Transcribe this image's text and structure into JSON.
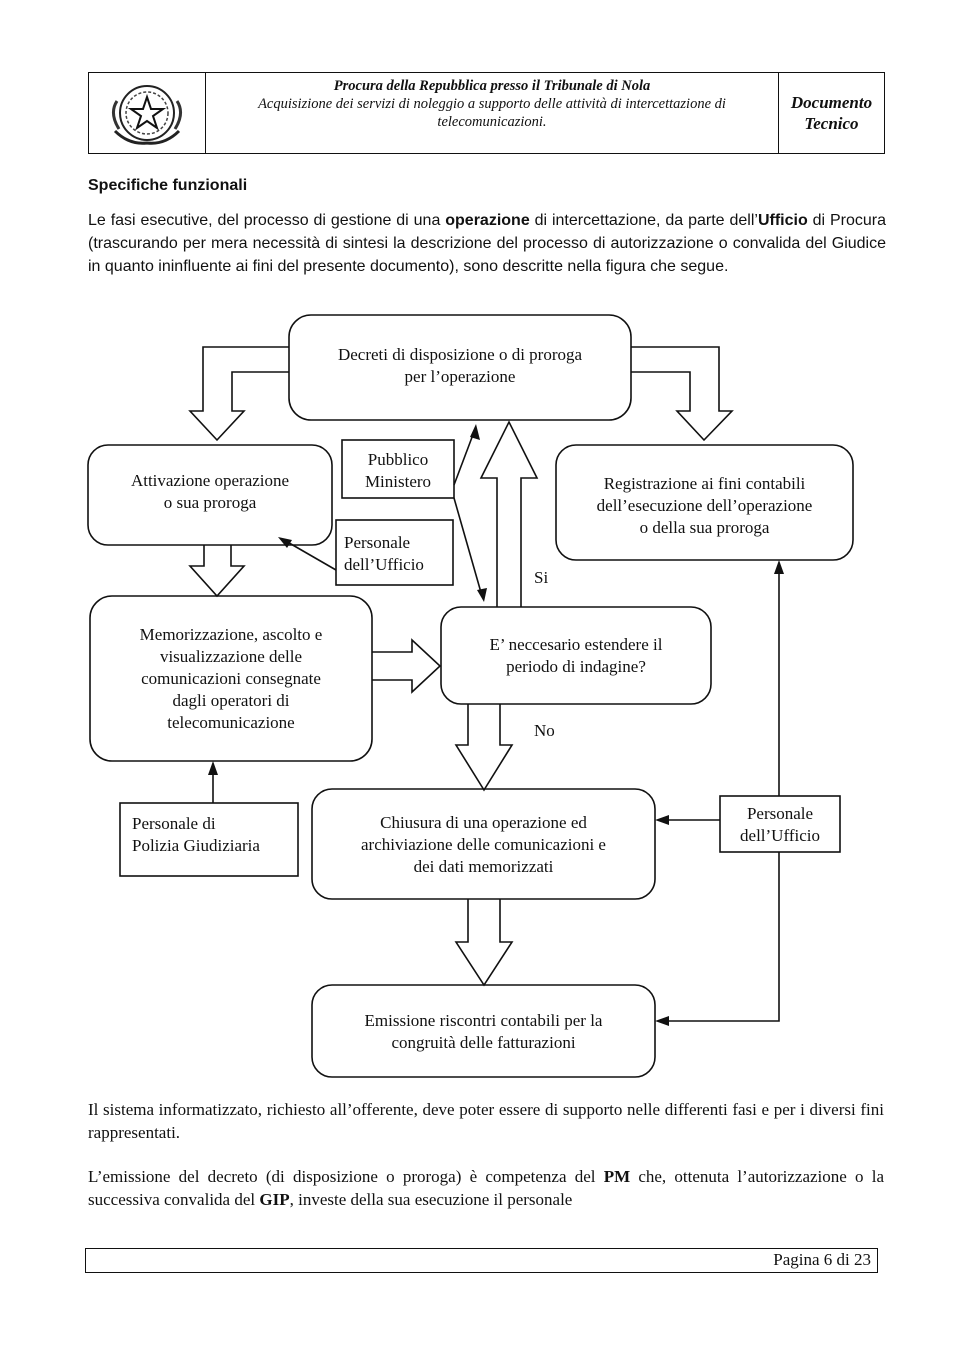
{
  "header": {
    "line1": "Procura della Repubblica presso il Tribunale di Nola",
    "line2": "Acquisizione dei servizi di noleggio a supporto delle attività di intercettazione di",
    "line3": "telecomunicazioni.",
    "doc_label_1": "Documento",
    "doc_label_2": "Tecnico"
  },
  "section_title": "Specifiche funzionali",
  "intro": {
    "p1": "Le fasi esecutive, del processo di gestione di una ",
    "b1": "operazione",
    "p2": " di intercettazione, da parte dell’",
    "b2": "Ufficio",
    "p3": " di Procura (trascurando per mera necessità di sintesi la descrizione del processo di autorizzazione o convalida del Giudice in quanto ininfluente ai fini del presente documento), sono descritte nella figura che segue."
  },
  "diagram": {
    "decreti": [
      "Decreti di disposizione o di proroga",
      "per l’operazione"
    ],
    "attivazione": [
      "Attivazione operazione",
      "o sua proroga"
    ],
    "pm": [
      "Pubblico",
      "Ministero"
    ],
    "personale_ufficio_1": [
      "Personale",
      "dell’Ufficio"
    ],
    "registrazione": [
      "Registrazione ai fini contabili",
      "dell’esecuzione dell’operazione",
      "o della sua proroga"
    ],
    "si": "Si",
    "memorizzazione": [
      "Memorizzazione, ascolto e",
      "visualizzazione delle",
      "comunicazioni consegnate",
      "dagli operatori di",
      "telecomunicazione"
    ],
    "estendere": [
      "E’ neccesario estendere il",
      "periodo di indagine?"
    ],
    "no": "No",
    "polizia": [
      "Personale di",
      "Polizia Giudiziaria"
    ],
    "chiusura": [
      "Chiusura di una operazione ed",
      "archiviazione delle comunicazioni e",
      "dei dati memorizzati"
    ],
    "personale_ufficio_2": [
      "Personale",
      "dell’Ufficio"
    ],
    "emissione": [
      "Emissione riscontri contabili per la",
      "congruità delle fatturazioni"
    ]
  },
  "body": {
    "para1": "Il sistema informatizzato, richiesto all’offerente, deve poter essere di supporto nelle differenti fasi e per i diversi fini rappresentati.",
    "para2_a": "L’emissione del decreto (di disposizione o proroga) è competenza del ",
    "para2_pm": "PM",
    "para2_b": " che, ottenuta l’autorizzazione o la successiva convalida del ",
    "para2_gip": "GIP",
    "para2_c": ", investe della sua esecuzione il personale"
  },
  "footer": {
    "page": "Pagina 6 di 23"
  }
}
